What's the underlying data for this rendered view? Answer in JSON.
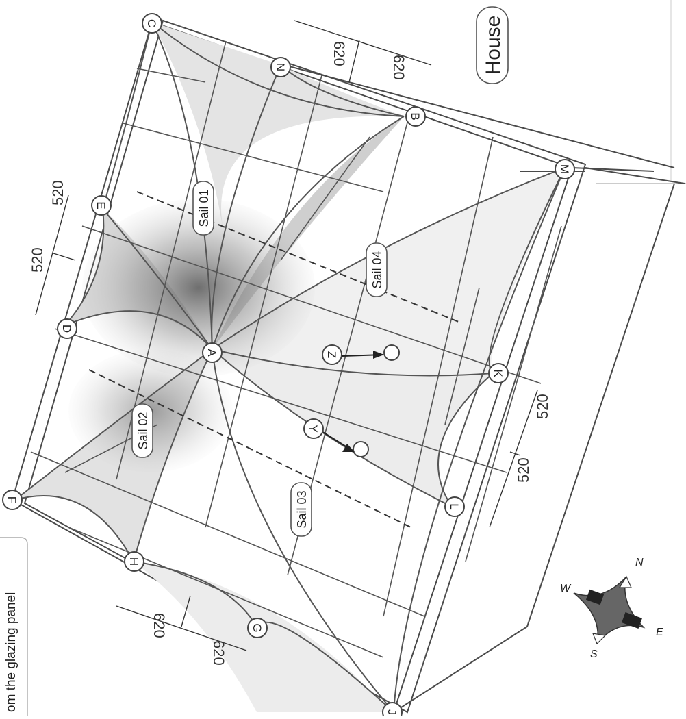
{
  "points": [
    "A",
    "B",
    "C",
    "D",
    "E",
    "F",
    "G",
    "H",
    "J",
    "K",
    "L",
    "M",
    "N",
    "Y",
    "Z"
  ],
  "sails": [
    "Sail 01",
    "Sail 02",
    "Sail 03",
    "Sail 04"
  ],
  "house_label": "House",
  "panel_text": "om the glazing panel",
  "dimensions": [
    "620",
    "620",
    "520",
    "520",
    "520",
    "520",
    "620",
    "620"
  ],
  "compass": [
    "N",
    "E",
    "S",
    "W"
  ]
}
